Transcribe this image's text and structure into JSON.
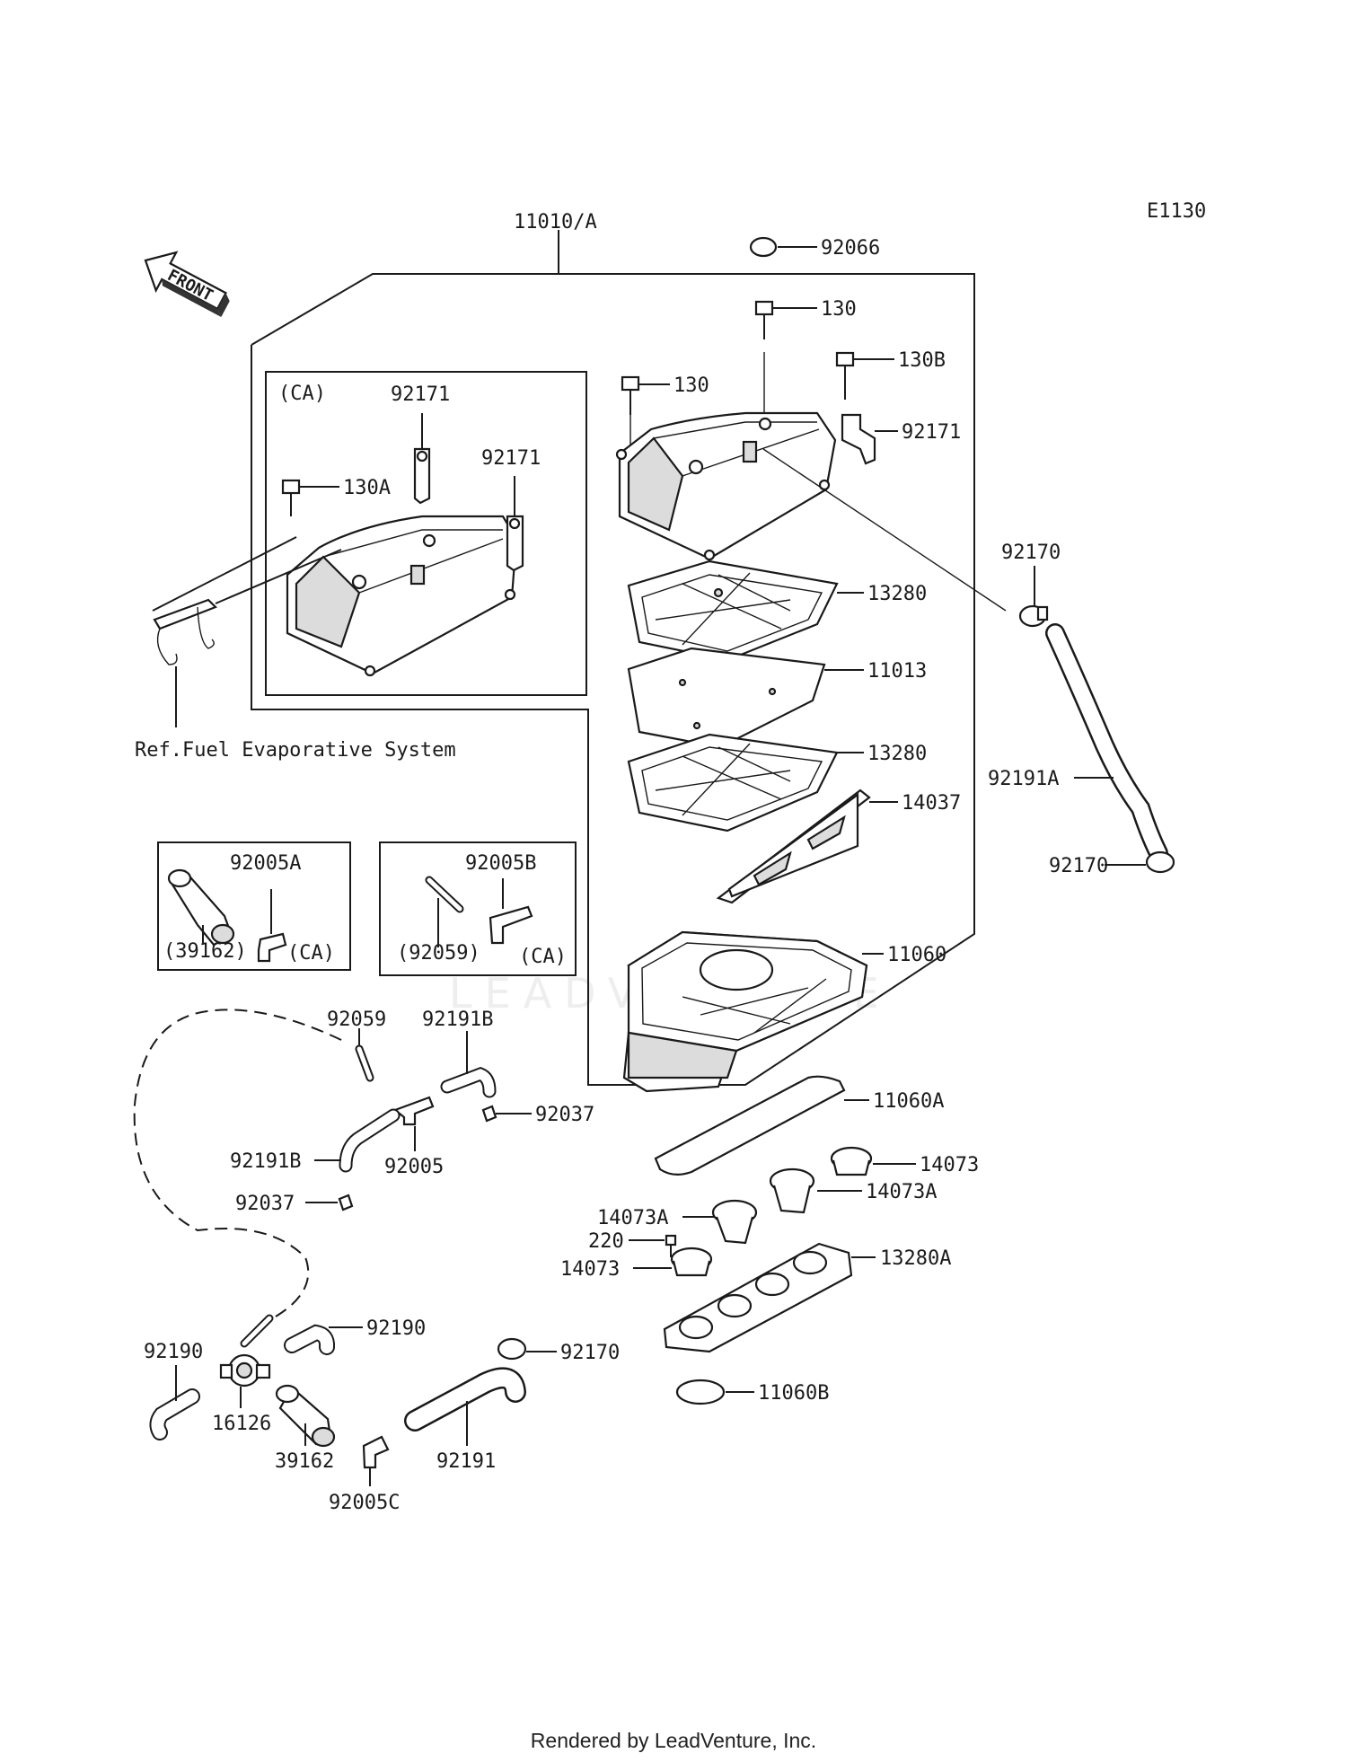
{
  "diagram": {
    "code": "E1130",
    "front_label": "FRONT",
    "watermark": "LEADVENTURE",
    "ref_note": "Ref.Fuel Evaporative System",
    "footer": "Rendered by LeadVenture, Inc.",
    "inset_tags": {
      "ca_main": "(CA)",
      "ca_a": "(CA)",
      "ca_b": "(CA)"
    },
    "callouts": {
      "p11010A": "11010/A",
      "p92066": "92066",
      "p130_top": "130",
      "p130_left": "130",
      "p130B": "130B",
      "p92171_right": "92171",
      "p92171_ca1": "92171",
      "p92171_ca2": "92171",
      "p130A": "130A",
      "p92170_top": "92170",
      "p13280_top": "13280",
      "p11013": "11013",
      "p13280_mid": "13280",
      "p14037": "14037",
      "p92191A": "92191A",
      "p92170_mid": "92170",
      "p92005A": "92005A",
      "p39162_ca": "(39162)",
      "p92005B": "92005B",
      "p92059_ca": "(92059)",
      "p11060": "11060",
      "p92059": "92059",
      "p92191B_top": "92191B",
      "p92037_right": "92037",
      "p92191B_left": "92191B",
      "p92005": "92005",
      "p92037_left": "92037",
      "p11060A": "11060A",
      "p14073_top": "14073",
      "p14073A_right": "14073A",
      "p14073A_left": "14073A",
      "p220": "220",
      "p14073_left": "14073",
      "p13280A": "13280A",
      "p92190_right": "92190",
      "p92190_left": "92190",
      "p16126": "16126",
      "p39162": "39162",
      "p92005C": "92005C",
      "p92170_bot": "92170",
      "p92191": "92191",
      "p11060B": "11060B"
    }
  }
}
